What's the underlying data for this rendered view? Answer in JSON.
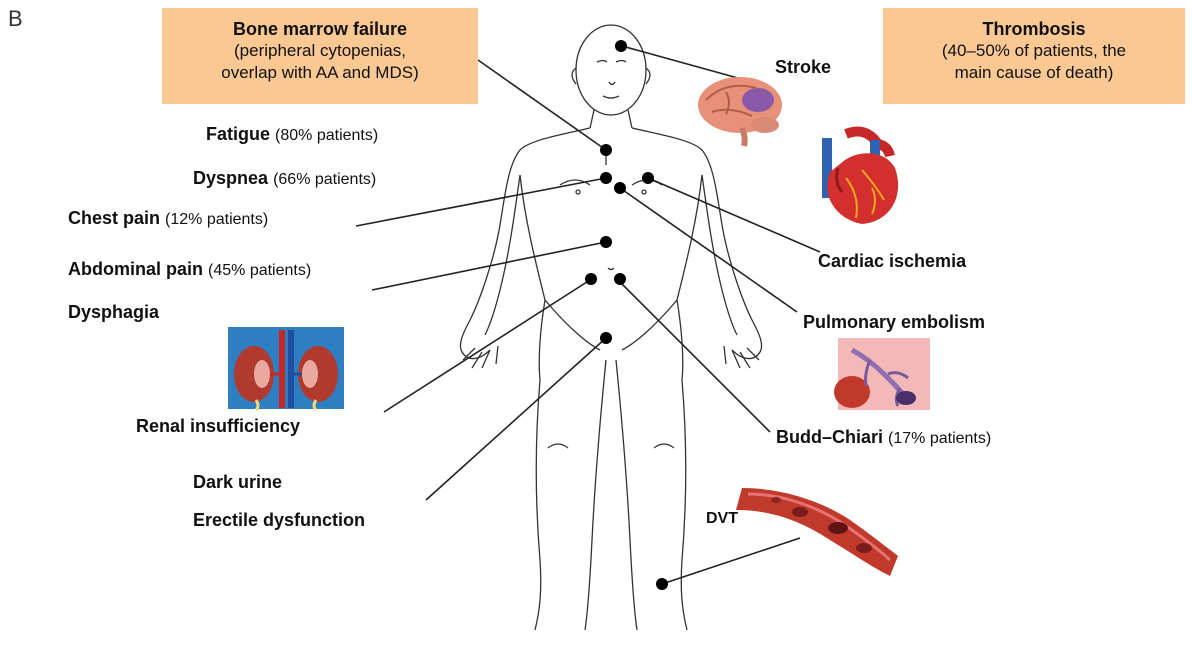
{
  "panel_letter": "B",
  "callouts": {
    "bone_marrow": {
      "title": "Bone marrow failure",
      "line1": "(peripheral cytopenias,",
      "line2": "overlap with AA and MDS)"
    },
    "thrombosis": {
      "title": "Thrombosis",
      "line1": "(40–50% of patients, the",
      "line2": "main cause of death)"
    }
  },
  "labels": {
    "fatigue": {
      "name": "Fatigue",
      "note": "(80% patients)"
    },
    "dyspnea": {
      "name": "Dyspnea",
      "note": "(66% patients)"
    },
    "chest_pain": {
      "name": "Chest pain",
      "note": "(12% patients)"
    },
    "abdominal_pain": {
      "name": "Abdominal pain",
      "note": "(45% patients)"
    },
    "dysphagia": {
      "name": "Dysphagia"
    },
    "renal_insufficiency": {
      "name": "Renal insufficiency"
    },
    "dark_urine": {
      "name": "Dark urine"
    },
    "erectile_dysfunction": {
      "name": "Erectile dysfunction"
    },
    "stroke": {
      "name": "Stroke"
    },
    "cardiac_ischemia": {
      "name": "Cardiac ischemia"
    },
    "pulmonary_embolism": {
      "name": "Pulmonary embolism"
    },
    "budd_chiari": {
      "name": "Budd–Chiari",
      "note": "(17% patients)"
    },
    "dvt": {
      "name": "DVT"
    }
  },
  "colors": {
    "callout_fill": "#f9c893",
    "body_outline": "#333333",
    "marker": "#000000"
  }
}
